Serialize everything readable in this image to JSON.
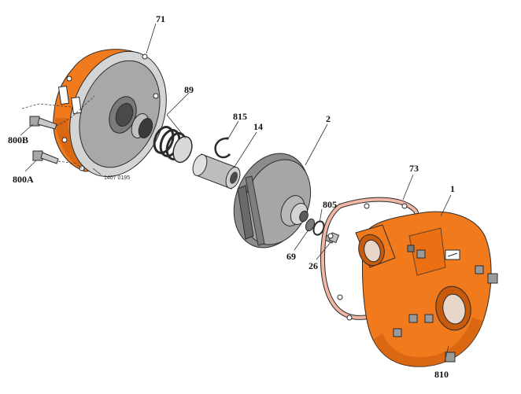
{
  "drawing_code": "1407 0195",
  "colors": {
    "casing_orange": "#f07a1c",
    "casing_shadow": "#c85a0c",
    "grey_light": "#c8c8c8",
    "grey_mid": "#9a9a9a",
    "grey_dark": "#5e5e5e",
    "gasket_salmon": "#f2b7a4"
  },
  "parts": [
    {
      "id": "71",
      "label": "71",
      "part": "backplate"
    },
    {
      "id": "89",
      "label": "89",
      "part": "mechanical-seal"
    },
    {
      "id": "815",
      "label": "815",
      "part": "retaining-ring"
    },
    {
      "id": "14",
      "label": "14",
      "part": "shaft-sleeve"
    },
    {
      "id": "2",
      "label": "2",
      "part": "impeller"
    },
    {
      "id": "805",
      "label": "805",
      "part": "washer"
    },
    {
      "id": "69",
      "label": "69",
      "part": "impeller-nut"
    },
    {
      "id": "26",
      "label": "26",
      "part": "impeller-screw"
    },
    {
      "id": "73",
      "label": "73",
      "part": "casing-gasket"
    },
    {
      "id": "1",
      "label": "1",
      "part": "pump-casing"
    },
    {
      "id": "810",
      "label": "810",
      "part": "casing-bolt"
    },
    {
      "id": "800B",
      "label": "800B",
      "part": "cap-screw-b"
    },
    {
      "id": "800A",
      "label": "800A",
      "part": "cap-screw-a"
    }
  ]
}
